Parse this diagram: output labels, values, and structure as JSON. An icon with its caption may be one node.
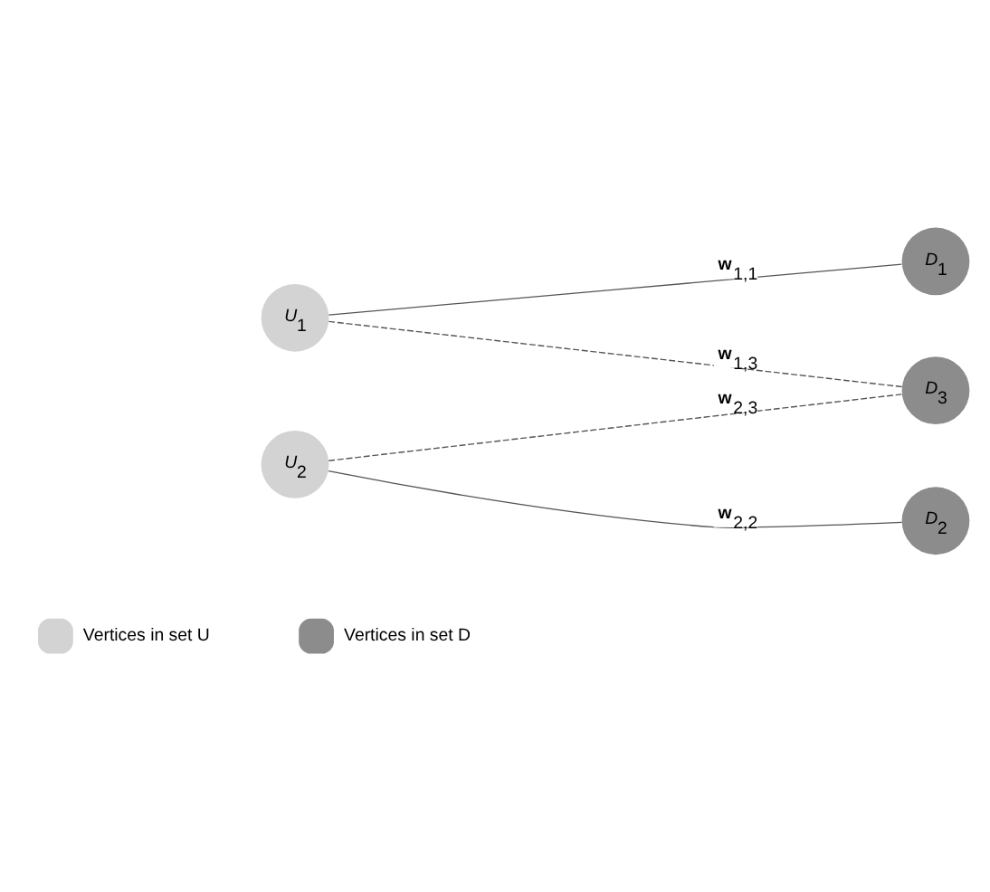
{
  "diagram": {
    "nodes": [
      {
        "text": [
          "*U*$_{1}$"
        ]
      },
      {
        "text": [
          "*U*$_{2}$"
        ]
      },
      {
        "text": [
          "*D*$_{1}$"
        ]
      },
      {
        "text": [
          "*D*$_{2}$"
        ]
      },
      {
        "text": [
          "*D*$_{3}$"
        ]
      }
    ],
    "edges": [
      {
        "from": 0,
        "to": 2,
        "arrow": "none",
        "label": "**w**$_{1,1}$"
      },
      {
        "from": 0,
        "to": 4,
        "arrow": "none",
        "label": "**w**$_{1,3}$",
        "style": "dashed"
      },
      {
        "from": 1,
        "to": 3,
        "arrow": "none",
        "label": "**w**$_{2,2}$"
      },
      {
        "from": 1,
        "to": 4,
        "arrow": "none",
        "label": "**w**$_{2,3}$",
        "style": "dashed"
      }
    ],
    "legend": [
      {
        "text": "Vertices in set U",
        "color": "#d3d3d3"
      },
      {
        "text": "Vertices in set D",
        "color": "#8c8c8c"
      }
    ]
  }
}
